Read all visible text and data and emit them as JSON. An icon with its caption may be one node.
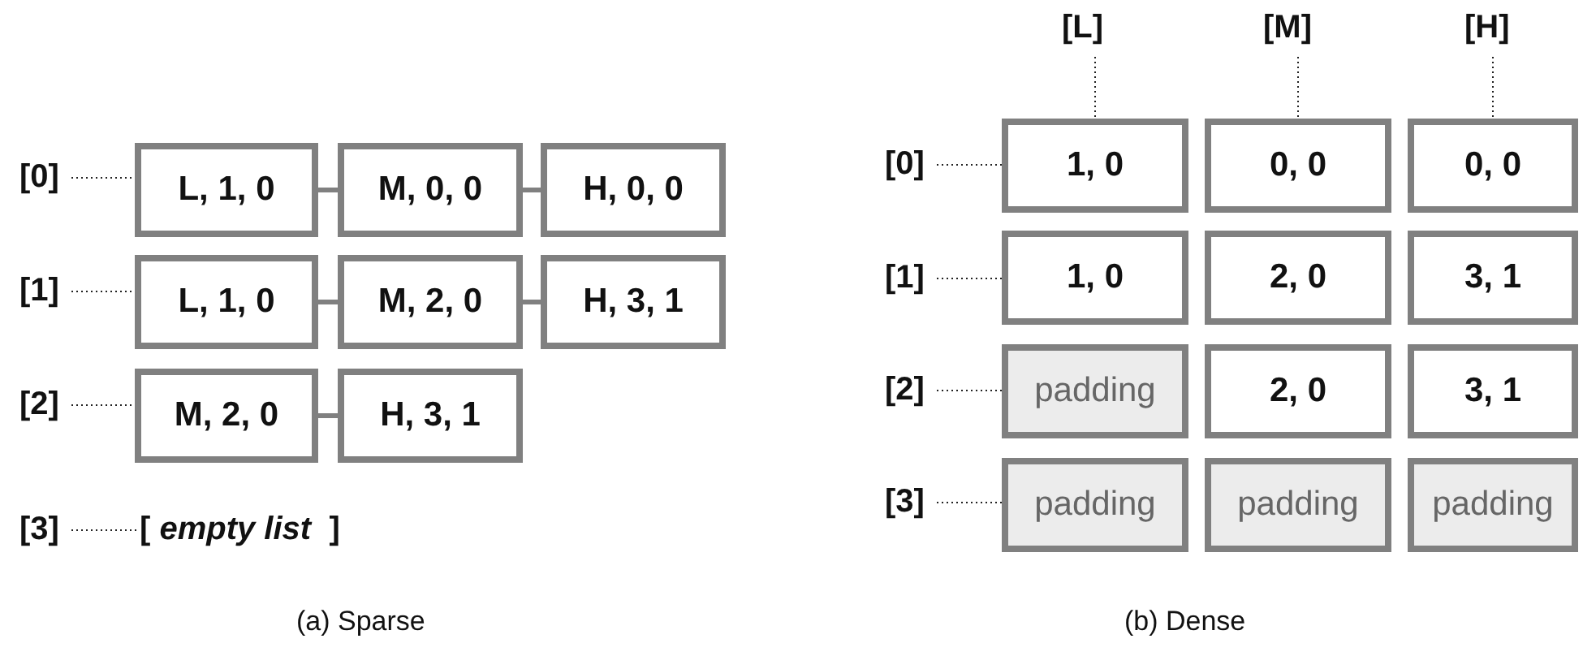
{
  "diagram": {
    "nodes": [
      {
        "text": [
          "[0]"
        ]
      },
      {
        "text": [
          "L, 1, 0"
        ]
      },
      {
        "text": [
          "M, 0, 0"
        ]
      },
      {
        "text": [
          "H, 0, 0"
        ]
      },
      {
        "text": [
          "[1]"
        ]
      },
      {
        "text": [
          "L, 1, 0"
        ]
      },
      {
        "text": [
          "M, 2, 0"
        ]
      },
      {
        "text": [
          "H, 3, 1"
        ]
      },
      {
        "text": [
          "[2]"
        ]
      },
      {
        "text": [
          "M, 2, 0"
        ]
      },
      {
        "text": [
          "H, 3, 1"
        ]
      },
      {
        "text": [
          "[3]"
        ]
      },
      {
        "text": [
          "[ *empty list*  ]"
        ]
      },
      {
        "text": [
          "[L]"
        ]
      },
      {
        "text": [
          "[M]"
        ]
      },
      {
        "text": [
          "[H]"
        ]
      },
      {
        "text": [
          "[0]"
        ]
      },
      {
        "text": [
          "1, 0"
        ]
      },
      {
        "text": [
          "0, 0"
        ]
      },
      {
        "text": [
          "0, 0"
        ]
      },
      {
        "text": [
          "[1]"
        ]
      },
      {
        "text": [
          "1, 0"
        ]
      },
      {
        "text": [
          "2, 0"
        ]
      },
      {
        "text": [
          "3, 1"
        ]
      },
      {
        "text": [
          "[2]"
        ]
      },
      {
        "text": [
          "padding"
        ]
      },
      {
        "text": [
          "2, 0"
        ]
      },
      {
        "text": [
          "3, 1"
        ]
      },
      {
        "text": [
          "[3]"
        ]
      },
      {
        "text": [
          "padding"
        ]
      },
      {
        "text": [
          "padding"
        ]
      },
      {
        "text": [
          "padding"
        ]
      }
    ],
    "edges": [
      {
        "from": 0,
        "to": 1,
        "arrow": "none",
        "style": "dashed"
      },
      {
        "from": 1,
        "to": 2,
        "arrow": "none",
        "style": "thick",
        "color": "#808080"
      },
      {
        "from": 2,
        "to": 3,
        "arrow": "none",
        "style": "thick",
        "color": "#808080"
      },
      {
        "from": 4,
        "to": 5,
        "arrow": "none",
        "style": "dashed"
      },
      {
        "from": 5,
        "to": 6,
        "arrow": "none",
        "style": "thick",
        "color": "#808080"
      },
      {
        "from": 6,
        "to": 7,
        "arrow": "none",
        "style": "thick",
        "color": "#808080"
      },
      {
        "from": 8,
        "to": 9,
        "arrow": "none",
        "style": "dashed"
      },
      {
        "from": 9,
        "to": 10,
        "arrow": "none",
        "style": "thick",
        "color": "#808080"
      },
      {
        "from": 11,
        "to": 12,
        "arrow": "none",
        "style": "dashed"
      },
      {
        "from": 13,
        "to": 17,
        "arrow": "none",
        "style": "dashed"
      },
      {
        "from": 14,
        "to": 18,
        "arrow": "none",
        "style": "dashed"
      },
      {
        "from": 15,
        "to": 19,
        "arrow": "none",
        "style": "dashed"
      },
      {
        "from": 16,
        "to": 17,
        "arrow": "none",
        "style": "dashed"
      },
      {
        "from": 20,
        "to": 21,
        "arrow": "none",
        "style": "dashed"
      },
      {
        "from": 24,
        "to": 25,
        "arrow": "none",
        "style": "dashed"
      },
      {
        "from": 28,
        "to": 29,
        "arrow": "none",
        "style": "dashed"
      }
    ],
    "labels": [
      "(a) Sparse",
      "(b) Dense"
    ]
  }
}
